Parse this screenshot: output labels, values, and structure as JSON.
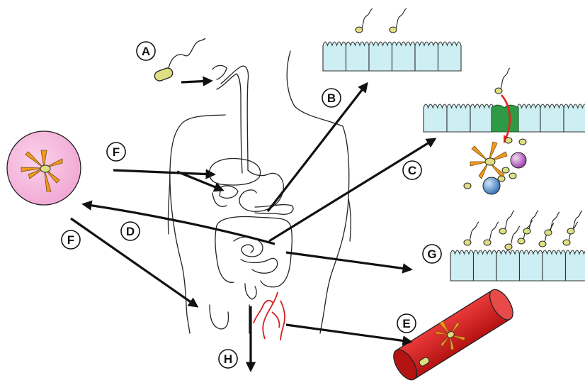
{
  "labels": {
    "a": "A",
    "b": "B",
    "c": "C",
    "d": "D",
    "e": "E",
    "f_upper": "F",
    "f_lower": "F",
    "g": "G",
    "h": "H"
  },
  "colors": {
    "bacterium": "#dede82",
    "epithelium": "#cdeef2",
    "m_cell": "#2f9a45",
    "macrophage": "#f19a1c",
    "blood_vessel": "#d42020",
    "granuloma_circle": "#f5b6dc",
    "arrow": "#111111",
    "invasion_arrow": "#e8201e"
  }
}
